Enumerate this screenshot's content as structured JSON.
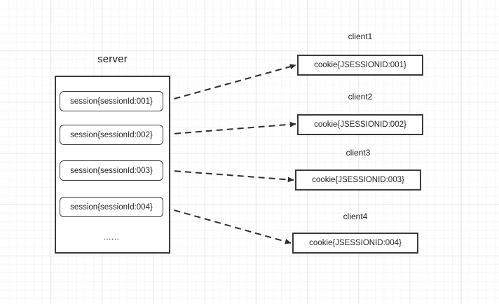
{
  "diagram": {
    "title": "session-cookie-mapping",
    "server": {
      "title": "server",
      "sessions": [
        {
          "label": "session{sessionId:001}"
        },
        {
          "label": "session{sessionId:002}"
        },
        {
          "label": "session{sessionId:003}"
        },
        {
          "label": "session{sessionId:004}"
        }
      ],
      "ellipsis": "......"
    },
    "clients": [
      {
        "label": "client1",
        "cookie": "cookie{JSESSIONID:001}"
      },
      {
        "label": "client2",
        "cookie": "cookie{JSESSIONID:002}"
      },
      {
        "label": "client3",
        "cookie": "cookie{JSESSIONID:003}"
      },
      {
        "label": "client4",
        "cookie": "cookie{JSESSIONID:004}"
      }
    ],
    "connectors": [
      {
        "from": "session{sessionId:001}",
        "to": "cookie{JSESSIONID:001}",
        "style": "dashed",
        "arrowhead": "filled-triangle"
      },
      {
        "from": "session{sessionId:002}",
        "to": "cookie{JSESSIONID:002}",
        "style": "dashed",
        "arrowhead": "filled-triangle"
      },
      {
        "from": "session{sessionId:003}",
        "to": "cookie{JSESSIONID:003}",
        "style": "dashed",
        "arrowhead": "filled-triangle"
      },
      {
        "from": "session{sessionId:004}",
        "to": "cookie{JSESSIONID:004}",
        "style": "dashed",
        "arrowhead": "filled-triangle"
      }
    ],
    "colors": {
      "stroke": "#3a3a3a",
      "text": "#262626",
      "background": "#ffffff",
      "grid_minor": "#f6f6f6",
      "grid_major": "#e9e9e9"
    }
  }
}
